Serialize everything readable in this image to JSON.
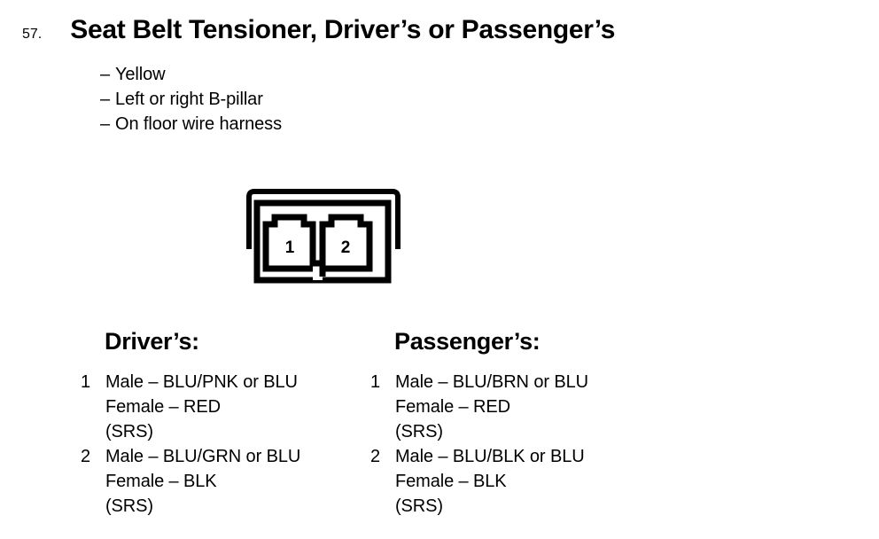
{
  "header": {
    "entry_number": "57.",
    "title": "Seat Belt Tensioner, Driver’s or Passenger’s"
  },
  "attributes": {
    "dash": "–",
    "items": [
      {
        "text": "Yellow"
      },
      {
        "text": "Left or right B-pillar"
      },
      {
        "text": "On floor wire harness"
      }
    ]
  },
  "connector": {
    "name": "2-cavity-connector-face-view",
    "pins": [
      {
        "label": "1"
      },
      {
        "label": "2"
      }
    ],
    "line_color": "#000000",
    "fill_color": "#ffffff"
  },
  "pinout": {
    "columns": [
      {
        "heading": "Driver’s:",
        "entries": [
          {
            "index": "1",
            "lines": [
              "Male – BLU/PNK or BLU",
              "Female – RED",
              "(SRS)"
            ]
          },
          {
            "index": "2",
            "lines": [
              "Male – BLU/GRN or BLU",
              "Female – BLK",
              "(SRS)"
            ]
          }
        ]
      },
      {
        "heading": "Passenger’s:",
        "entries": [
          {
            "index": "1",
            "lines": [
              "Male – BLU/BRN or BLU",
              "Female – RED",
              "(SRS)"
            ]
          },
          {
            "index": "2",
            "lines": [
              "Male – BLU/BLK or BLU",
              "Female – BLK",
              "(SRS)"
            ]
          }
        ]
      }
    ]
  }
}
